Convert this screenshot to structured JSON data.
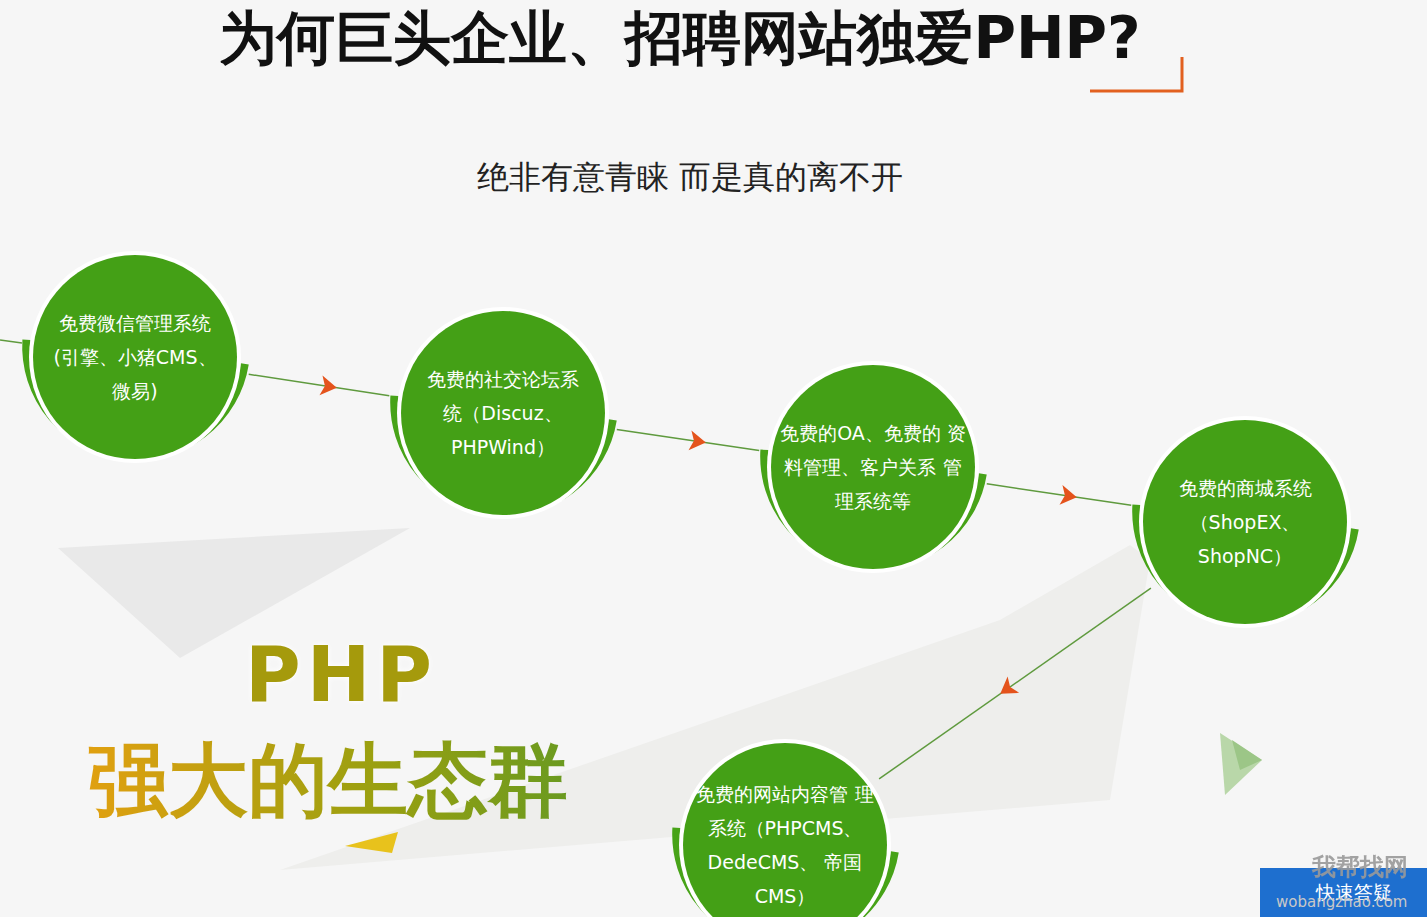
{
  "diagram": {
    "title": "为何巨头企业、招聘网站独爱PHP?",
    "nodes": [
      {
        "text": [
          "免费微信管理系统 (引擎、小猪CMS、 微易)"
        ]
      },
      {
        "text": [
          "免费的社交论坛系 统（Discuz、 PHPWind）"
        ]
      },
      {
        "text": [
          "免费的OA、免费的 资料管理、客户关系 管理系统等"
        ]
      },
      {
        "text": [
          "免费的商城系统 （ShopEX、ShopNC）"
        ]
      },
      {
        "text": [
          "免费的网站内容管 理系统（PHPCMS、 DedeCMS、 帝国CMS）"
        ]
      }
    ],
    "edges": [
      {
        "from": 0,
        "to": 1,
        "arrow": "to"
      },
      {
        "from": 1,
        "to": 2,
        "arrow": "to"
      },
      {
        "from": 2,
        "to": 3,
        "arrow": "to"
      },
      {
        "from": 3,
        "to": 4,
        "arrow": "to"
      }
    ],
    "labels": [
      "绝非有意青睐 而是真的离不开",
      "PHP",
      "强大的生态群",
      "我帮找网",
      "wobangzhao.com",
      "快速答疑"
    ]
  }
}
